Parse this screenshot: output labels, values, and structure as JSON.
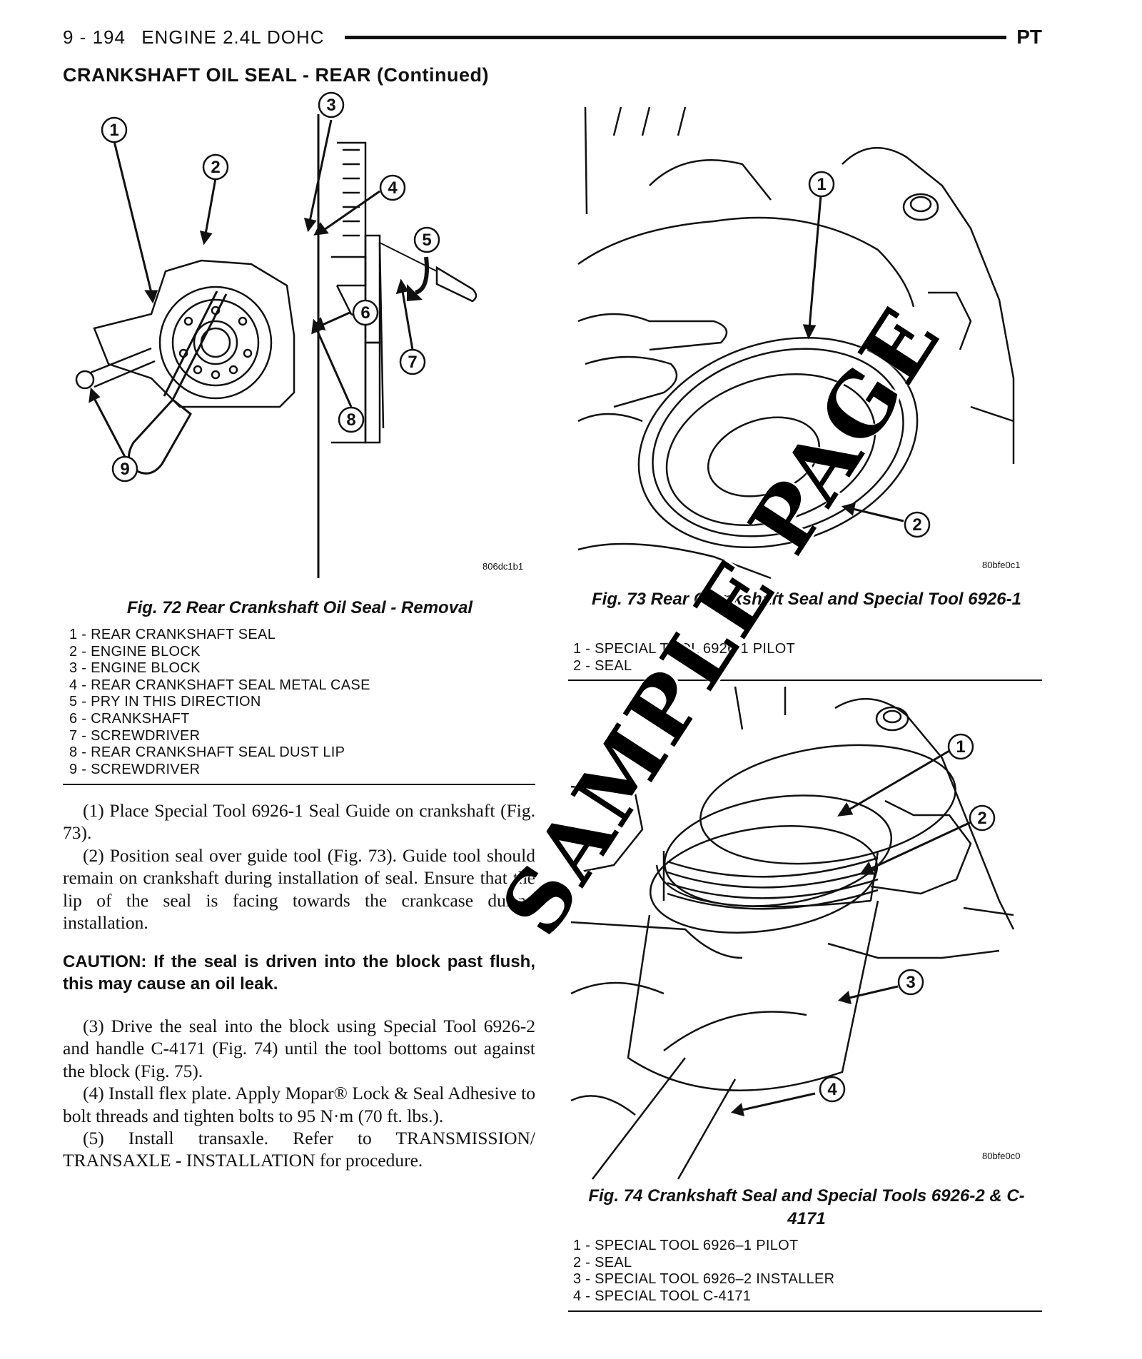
{
  "header": {
    "page_number": "9 - 194",
    "section": "ENGINE 2.4L DOHC",
    "model_code": "PT"
  },
  "section_title": "CRANKSHAFT OIL SEAL - REAR (Continued)",
  "fig72": {
    "image_code": "806dc1b1",
    "callouts": [
      "1",
      "2",
      "3",
      "4",
      "5",
      "6",
      "7",
      "8",
      "9"
    ],
    "caption": "Fig. 72 Rear Crankshaft Oil Seal - Removal",
    "legend": [
      "1 - REAR CRANKSHAFT SEAL",
      "2 - ENGINE BLOCK",
      "3 - ENGINE BLOCK",
      "4 - REAR CRANKSHAFT SEAL METAL CASE",
      "5 - PRY IN THIS DIRECTION",
      "6 - CRANKSHAFT",
      "7 - SCREWDRIVER",
      "8 - REAR CRANKSHAFT SEAL DUST LIP",
      "9 - SCREWDRIVER"
    ]
  },
  "fig73": {
    "image_code": "80bfe0c1",
    "callouts": [
      "1",
      "2"
    ],
    "caption": "Fig. 73 Rear Crankshaft Seal and Special Tool 6926-1",
    "legend": [
      "1 - SPECIAL TOOL 6926-1 PILOT",
      "2 - SEAL"
    ]
  },
  "fig74": {
    "image_code": "80bfe0c0",
    "callouts": [
      "1",
      "2",
      "3",
      "4"
    ],
    "caption": "Fig. 74 Crankshaft Seal and Special Tools 6926-2 & C-4171",
    "legend": [
      "1 - SPECIAL TOOL 6926–1 PILOT",
      "2 - SEAL",
      "3 - SPECIAL TOOL 6926–2 INSTALLER",
      "4 - SPECIAL TOOL C-4171"
    ]
  },
  "body": {
    "step1": "(1) Place Special Tool 6926-1 Seal Guide on crankshaft (Fig. 73).",
    "step2": "(2) Position seal over guide tool (Fig. 73). Guide tool should remain on crankshaft during installation of seal. Ensure that the lip of the seal is facing towards the crankcase during installation.",
    "caution": "CAUTION: If the seal is driven into the block past flush, this may cause an oil leak.",
    "step3": "(3) Drive the seal into the block using Special Tool 6926-2 and handle C-4171 (Fig. 74) until the tool bottoms out against the block (Fig. 75).",
    "step4": "(4) Install flex plate. Apply Mopar® Lock & Seal Adhesive to bolt threads and tighten bolts to 95 N·m (70 ft. lbs.).",
    "step5": "(5) Install transaxle. Refer to TRANSMISSION/ TRANSAXLE - INSTALLATION for procedure."
  },
  "watermark": "SAMPLE PAGE"
}
